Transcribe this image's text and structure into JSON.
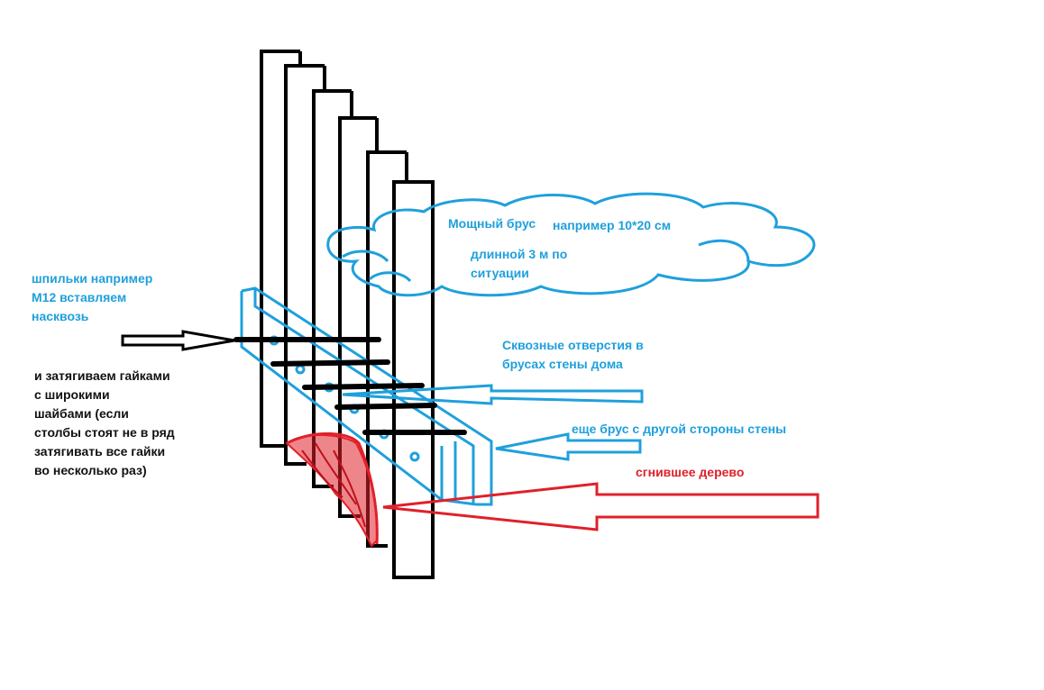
{
  "colors": {
    "blue": "#1fa0dc",
    "black": "#000000",
    "red": "#e0202a",
    "background": "#ffffff"
  },
  "labels": {
    "beam_line1_a": "Мощный брус",
    "beam_line1_b": "например 10*20 см",
    "beam_line2": "длинной 3 м по",
    "beam_line3": "ситуации",
    "studs_line1": "шпильки  например",
    "studs_line2": "М12 вставляем",
    "studs_line3": "насквозь",
    "nuts_line1": "и затягиваем гайками",
    "nuts_line2": "с широкими",
    "nuts_line3": "шайбами (если",
    "nuts_line4": "столбы стоят не в ряд",
    "nuts_line5": "затягивать все гайки",
    "nuts_line6": "во несколько раз)",
    "holes_line1": "Сквозные отверстия в",
    "holes_line2": "брусах стены дома",
    "other_side": "еще брус с другой стороны стены",
    "rotten": "сгнившее дерево"
  },
  "icons": {
    "beam_callout": "cloud-callout",
    "arrows": "outline-arrow"
  }
}
